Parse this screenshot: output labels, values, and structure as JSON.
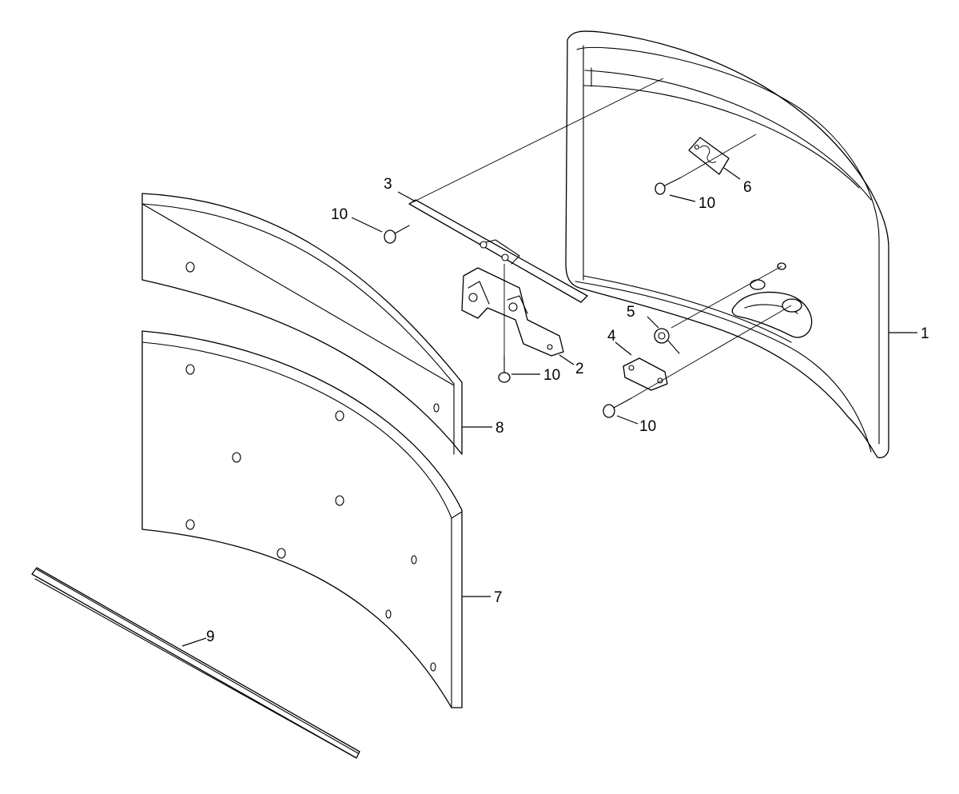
{
  "diagram": {
    "callouts": {
      "c1": "1",
      "c2": "2",
      "c3": "3",
      "c4": "4",
      "c5": "5",
      "c6": "6",
      "c7": "7",
      "c8": "8",
      "c9": "9",
      "c10a": "10",
      "c10b": "10",
      "c10c": "10",
      "c10d": "10"
    },
    "colors": {
      "line": "#000000",
      "background": "#ffffff"
    }
  }
}
